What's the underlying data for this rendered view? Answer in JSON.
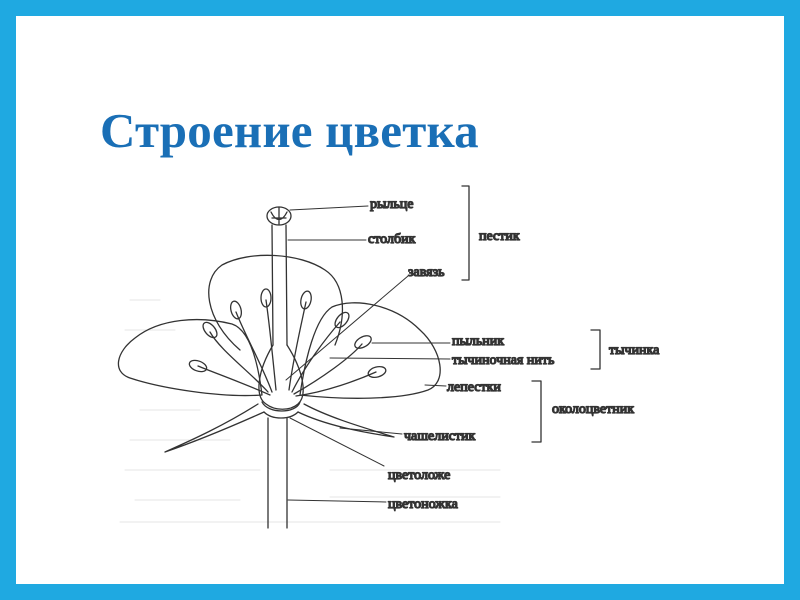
{
  "slide": {
    "title": "Строение цветка",
    "border_color": "#1fa9e1",
    "title_color": "#1a6fb6"
  },
  "diagram": {
    "labels": {
      "stigma": "рыльце",
      "style": "столбик",
      "ovary": "завязь",
      "anther": "пыльник",
      "filament": "тычиночная нить",
      "petals": "лепестки",
      "sepal": "чашелистик",
      "receptacle": "цветоложе",
      "pedicel": "цветоножка"
    },
    "groups": {
      "pistil": "пестик",
      "stamen": "тычинка",
      "perianth": "околоцветник"
    }
  }
}
